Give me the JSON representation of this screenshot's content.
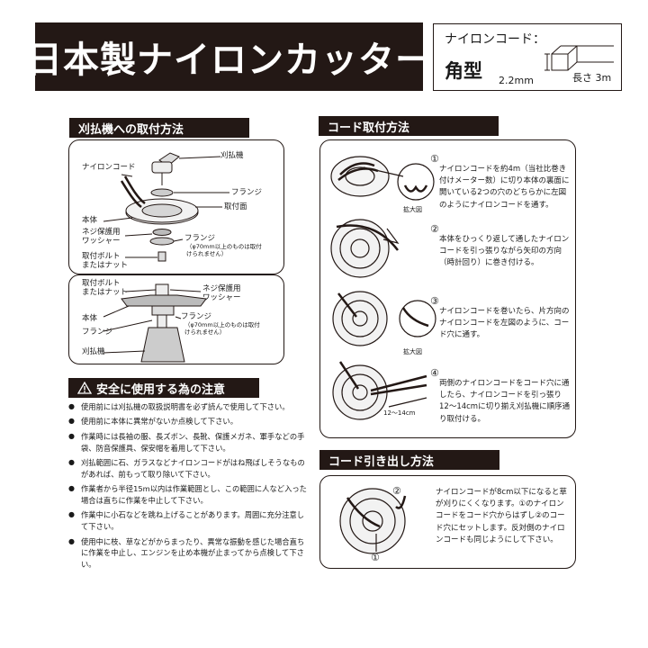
{
  "title": "日本製ナイロンカッター",
  "spec": {
    "label": "ナイロンコード：",
    "type": "角型",
    "thickness": "2.2mm",
    "length": "長さ 3m"
  },
  "mount": {
    "heading": "刈払機への取付方法",
    "upper": {
      "trimmer": "刈払機",
      "nylon_cord": "ナイロンコード",
      "flange_top": "フランジ",
      "mount_face": "取付面",
      "body": "本体",
      "washer": "ネジ保護用\nワッシャー",
      "flange_bottom": "フランジ",
      "flange_note": "（φ70mm以上のものは取付\nけられません）",
      "bolt": "取付ボルト\nまたはナット"
    },
    "lower": {
      "bolt": "取付ボルト\nまたはナット",
      "washer": "ネジ保護用\nワッシャー",
      "body": "本体",
      "flange_right": "フランジ",
      "flange_note": "（φ70mm以上のものは取付\nけられません）",
      "flange_left": "フランジ",
      "trimmer": "刈払機"
    }
  },
  "caution": {
    "heading": "安全に使用する為の注意",
    "items": [
      "使用前には刈払機の取扱説明書を必ず読んで使用して下さい。",
      "使用前に本体に異常がないか点検して下さい。",
      "作業時には長袖の服、長ズボン、長靴、保護メガネ、軍手などの手袋、防音保護具、保安帽を着用して下さい。",
      "刈払範囲に石、ガラスなどナイロンコードがはね飛ばしそうなものがあれば、前もって取り除いて下さい。",
      "作業者から半径15m以内は作業範囲とし、この範囲に人など入った場合は直ちに作業を中止して下さい。",
      "作業中に小石などを跳ね上げることがあります。周囲に充分注意して下さい。",
      "使用中に枝、草などがからまったり、異常な振動を感じた場合直ちに作業を中止し、エンジンを止め本機が止まってから点検して下さい。"
    ]
  },
  "cord_install": {
    "heading": "コード取付方法",
    "steps": [
      {
        "num": "①",
        "text": "ナイロンコードを約4m（当社比巻き付けメーター数）に切り本体の裏面に開いている2つの穴のどちらかに左図のようにナイロンコードを通す。",
        "zoom": "拡大図"
      },
      {
        "num": "②",
        "text": "本体をひっくり返して通したナイロンコードを引っ張りながら矢印の方向（時計回り）に巻き付ける。"
      },
      {
        "num": "③",
        "text": "ナイロンコードを巻いたら、片方向のナイロンコードを左図のように、コード穴に通す。",
        "zoom": "拡大図"
      },
      {
        "num": "④",
        "text": "両側のナイロンコードをコード穴に通したら、ナイロンコードを引っ張り12～14cmに切り揃え刈払機に順序通り取付ける。",
        "measure": "12～14cm"
      }
    ]
  },
  "cord_pull": {
    "heading": "コード引き出し方法",
    "text": "ナイロンコードが8cm以下になると草が刈りにくくなります。①のナイロンコードをコード穴からはずし②のコード穴にセットします。反対側のナイロンコードも同じようにして下さい。",
    "label_1": "①",
    "label_2": "②"
  }
}
